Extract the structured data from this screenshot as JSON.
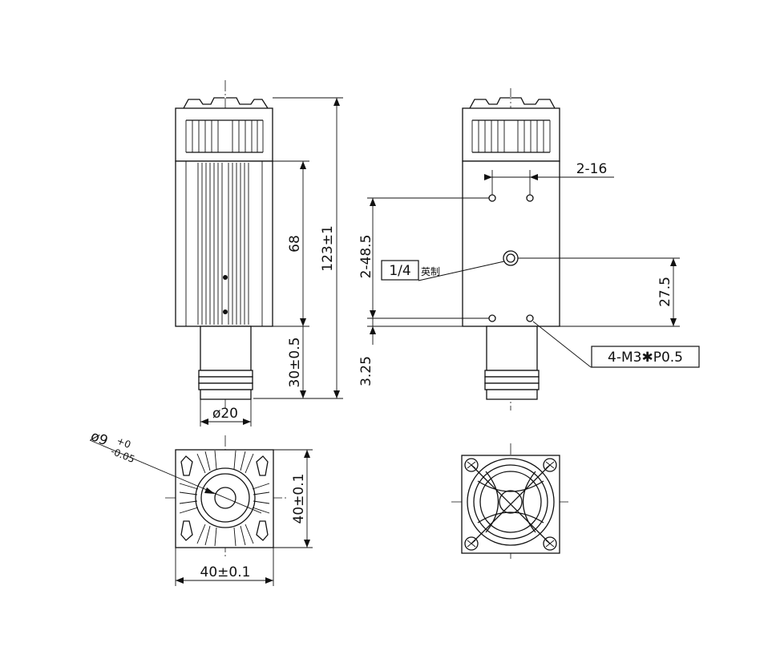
{
  "dimensions": {
    "total_length": "123±1",
    "body_length": "68",
    "lens_length": "30±0.5",
    "lens_diameter": "ø20",
    "hole_spacing_top": "2-16",
    "mount_holes_spacing": "2-48.5",
    "tripod_thread_label": "1/4",
    "tripod_thread_suffix": "英制",
    "tripod_offset": "27.5",
    "bottom_offset": "3.25",
    "mount_thread": "4-M3✱P0.5",
    "aperture_base": "ø9",
    "aperture_tol_upper": "+0",
    "aperture_tol_lower": "-0.05",
    "width": "40±0.1",
    "height": "40±0.1"
  }
}
